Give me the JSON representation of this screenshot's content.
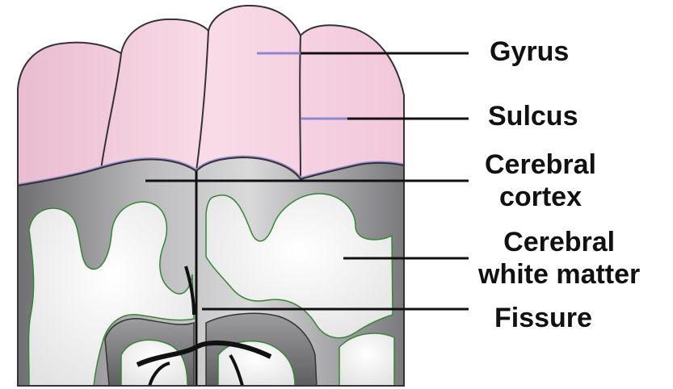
{
  "diagram": {
    "labels": {
      "gyrus": "Gyrus",
      "sulcus": "Sulcus",
      "cortex_line1": "Cerebral",
      "cortex_line2": "cortex",
      "white_line1": "Cerebral",
      "white_line2": "white matter",
      "fissure": "Fissure"
    },
    "colors": {
      "gyri_pink": "#f4cfdf",
      "gray_matter": "#8f8f92",
      "white_matter": "#efefef",
      "leader_line": "#111111",
      "pointer_line": "#8a86d6"
    }
  }
}
